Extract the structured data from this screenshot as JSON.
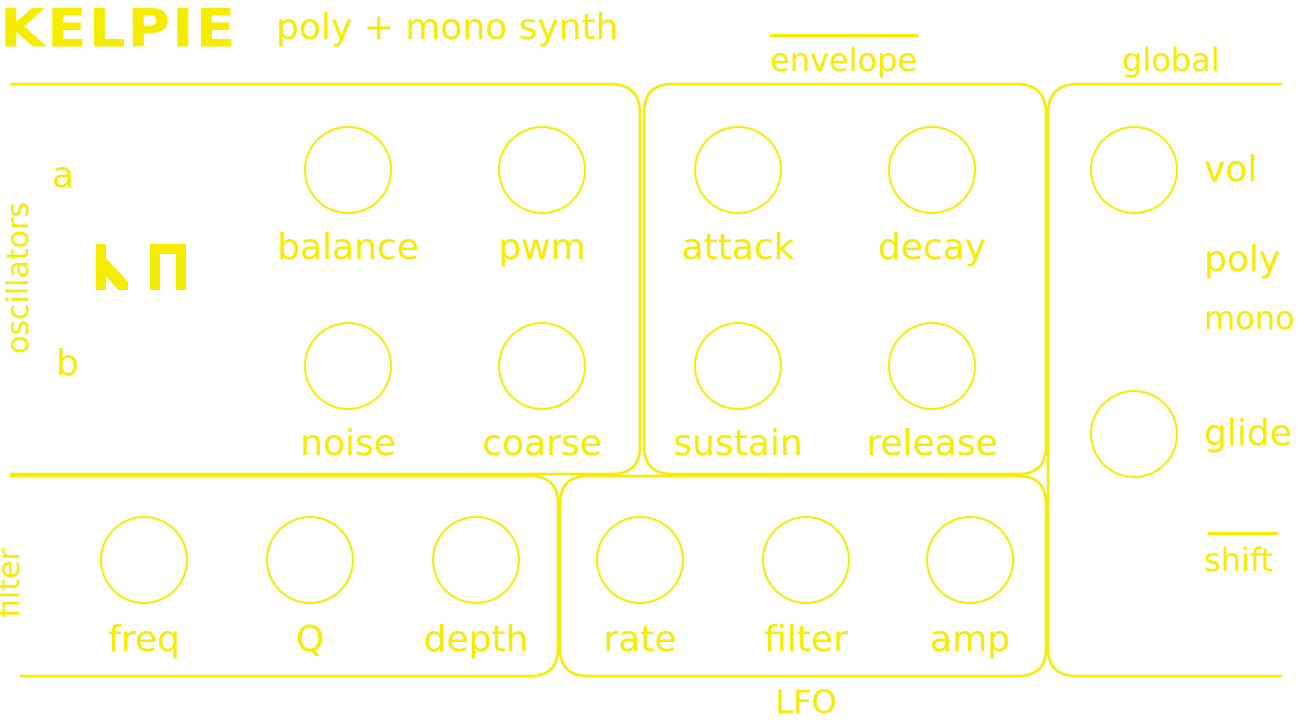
{
  "brand": {
    "logo": "KELPIE",
    "subtitle": "poly + mono synth"
  },
  "colors": {
    "accent": "#f5ec00",
    "background": "#ffffff"
  },
  "sections": {
    "envelope": "envelope",
    "global": "global",
    "oscillators": "oscillators",
    "filter": "filter",
    "lfo": "LFO"
  },
  "oscillators": {
    "osc_a": "a",
    "osc_b": "b",
    "waveform_icons": [
      "sawtooth-wave-icon",
      "square-wave-icon"
    ],
    "knobs": {
      "balance": "balance",
      "pwm": "pwm",
      "noise": "noise",
      "coarse": "coarse"
    }
  },
  "envelope": {
    "knobs": {
      "attack": "attack",
      "decay": "decay",
      "sustain": "sustain",
      "release": "release"
    }
  },
  "filter": {
    "knobs": {
      "freq": "freq",
      "q": "Q",
      "depth": "depth"
    }
  },
  "lfo": {
    "knobs": {
      "rate": "rate",
      "filter": "filter",
      "amp": "amp"
    }
  },
  "global": {
    "vol": "vol",
    "poly": "poly",
    "mono": "mono",
    "glide": "glide",
    "shift": "shift"
  }
}
